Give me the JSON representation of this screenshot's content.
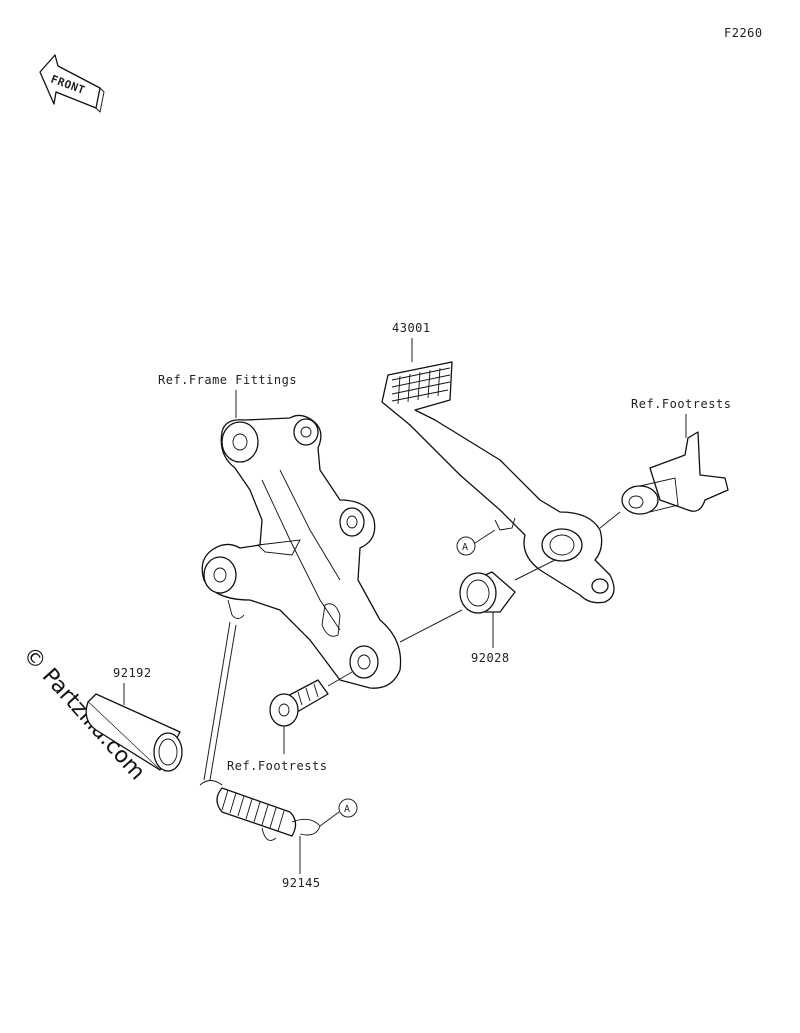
{
  "diagram_code": "F2260",
  "front_label": "FRONT",
  "watermark": "© Partzilla.com",
  "callout_letter": "A",
  "labels": {
    "ref_frame_fittings": "Ref.Frame Fittings",
    "part_43001": "43001",
    "ref_footrests_right": "Ref.Footrests",
    "part_92028": "92028",
    "part_92192": "92192",
    "ref_footrests_bottom": "Ref.Footrests",
    "part_92145": "92145"
  }
}
